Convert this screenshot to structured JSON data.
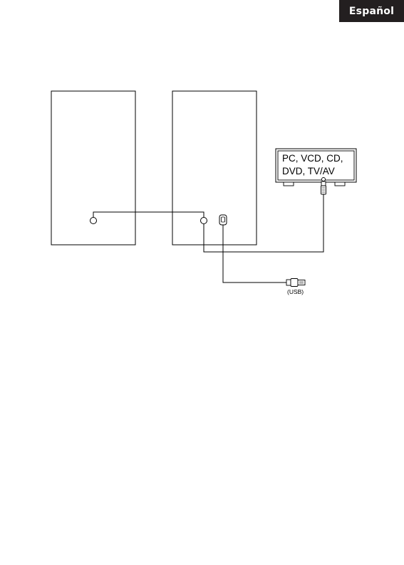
{
  "header": {
    "language_label": "Español"
  },
  "diagram": {
    "source_device_label_line1": "PC, VCD, CD,",
    "source_device_label_line2": "DVD, TV/AV",
    "usb_label": "(USB)"
  }
}
